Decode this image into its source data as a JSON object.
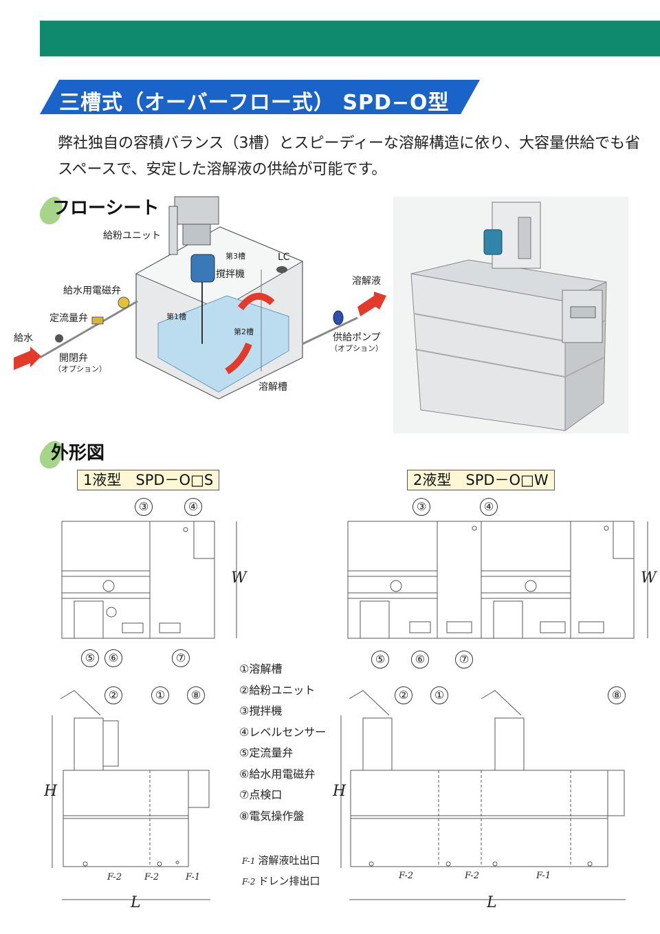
{
  "header": {
    "title": "三槽式（オーバーフロー式） SPD−O型",
    "intro": "弊社独自の容積バランス（3槽）とスピーディーな溶解構造に依り、大容量供給でも省スペースで、安定した溶解液の供給が可能です。"
  },
  "sections": {
    "flow_sheet": "フローシート",
    "outline": "外形図"
  },
  "flow_labels": {
    "powder_unit": "給粉ユニット",
    "tank3": "第3槽",
    "lc": "LC",
    "agitator": "撹拌機",
    "solenoid": "給水用電磁弁",
    "flow_valve": "定流量弁",
    "tank1": "第1槽",
    "tank2": "第2槽",
    "water_supply": "給水",
    "open_valve": "開閉弁",
    "option1": "（オプション）",
    "dissolve_tank": "溶解槽",
    "solution": "溶解液",
    "feed_pump": "供給ポンプ",
    "option2": "（オプション）"
  },
  "models": {
    "single": "1液型　SPD－O□S",
    "double": "2液型　SPD－O□W"
  },
  "legend": [
    "①溶解槽",
    "②給粉ユニット",
    "③撹拌機",
    "④レベルセンサー",
    "⑤定流量弁",
    "⑥給水用電磁弁",
    "⑦点検口",
    "⑧電気操作盤"
  ],
  "outlets": {
    "f1_code": "F-1",
    "f1": "溶解液吐出口",
    "f2_code": "F-2",
    "f2": "ドレン排出口"
  },
  "dims": {
    "w": "W",
    "h": "H",
    "l": "L"
  },
  "callouts": [
    "①",
    "②",
    "③",
    "④",
    "⑤",
    "⑥",
    "⑦",
    "⑧"
  ],
  "colors": {
    "topbar": "#0f8a6f",
    "banner": "#1a63c8",
    "leaf": "#a6d488",
    "model_box": "#fdf7d6",
    "arrow": "#e23b2a"
  }
}
